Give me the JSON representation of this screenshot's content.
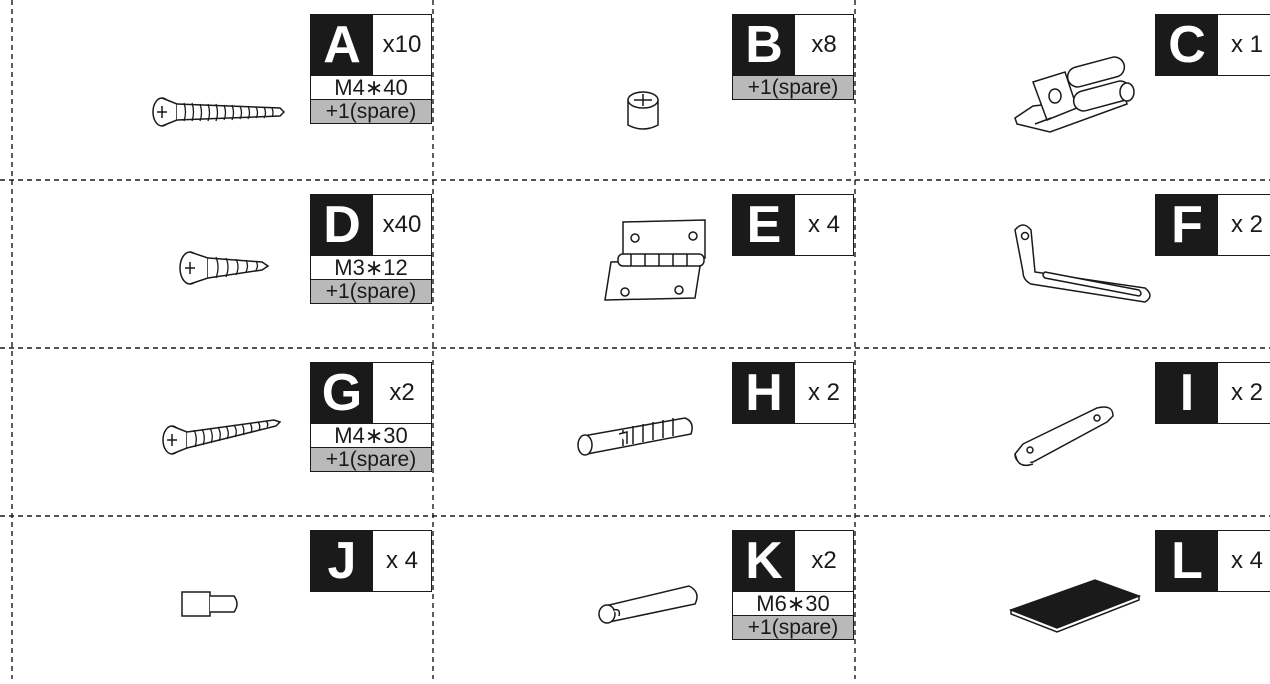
{
  "parts": [
    {
      "letter": "A",
      "qty": "x10",
      "spec": "M4∗40",
      "spare": "+1(spare)",
      "icon": "long-screw-icon"
    },
    {
      "letter": "B",
      "qty": "x8",
      "spec": "",
      "spare": "+1(spare)",
      "icon": "cam-nut-icon"
    },
    {
      "letter": "C",
      "qty": "x 1",
      "spec": "",
      "spare": "",
      "icon": "magnetic-catch-icon"
    },
    {
      "letter": "D",
      "qty": "x40",
      "spec": "M3∗12",
      "spare": "+1(spare)",
      "icon": "short-screw-icon"
    },
    {
      "letter": "E",
      "qty": "x 4",
      "spec": "",
      "spare": "",
      "icon": "hinge-icon"
    },
    {
      "letter": "F",
      "qty": "x 2",
      "spec": "",
      "spare": "",
      "icon": "l-bracket-icon"
    },
    {
      "letter": "G",
      "qty": "x2",
      "spec": "M4∗30",
      "spare": "+1(spare)",
      "icon": "medium-screw-icon"
    },
    {
      "letter": "H",
      "qty": "x 2",
      "spec": "",
      "spare": "",
      "icon": "wall-anchor-icon"
    },
    {
      "letter": "I",
      "qty": "x 2",
      "spec": "",
      "spare": "",
      "icon": "flat-plate-icon"
    },
    {
      "letter": "J",
      "qty": "x 4",
      "spec": "",
      "spare": "",
      "icon": "shelf-pin-icon"
    },
    {
      "letter": "K",
      "qty": "x2",
      "spec": "M6∗30",
      "spare": "+1(spare)",
      "icon": "wood-dowel-icon"
    },
    {
      "letter": "L",
      "qty": "x 4",
      "spec": "",
      "spare": "",
      "icon": "felt-pad-icon"
    }
  ]
}
